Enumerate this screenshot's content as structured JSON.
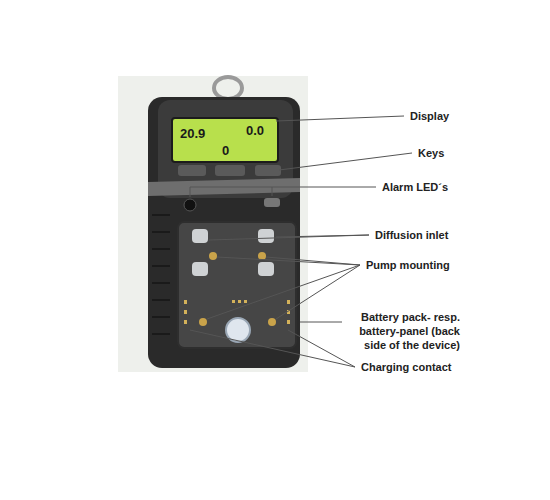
{
  "diagram": {
    "labels": [
      "20.9",
      "0.0",
      "0",
      "Display",
      "Keys",
      "Alarm LED´s",
      "Diffusion inlet",
      "Pump mounting",
      "Battery pack- resp. battery-panel (back side of the device)",
      "Charging contact"
    ]
  }
}
